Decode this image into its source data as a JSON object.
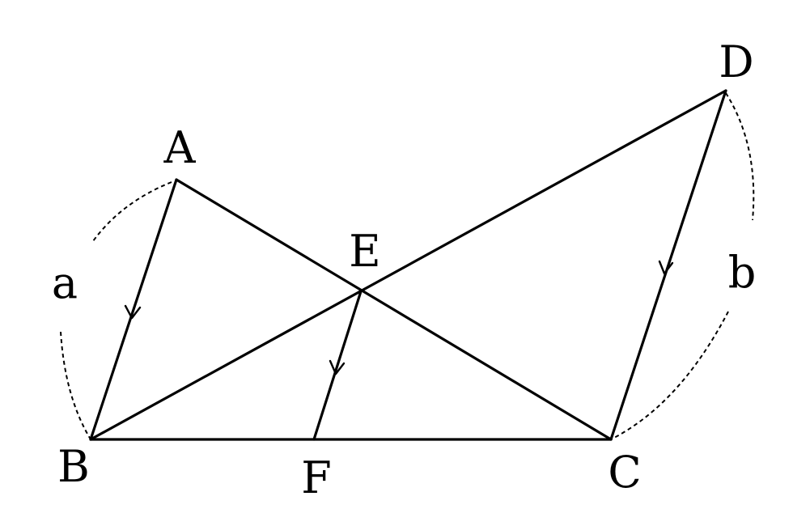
{
  "figure": {
    "points": {
      "A": "A",
      "B": "B",
      "C": "C",
      "D": "D",
      "E": "E",
      "F": "F"
    },
    "arcs": {
      "a": "a",
      "b": "b"
    },
    "segments": [
      "AB",
      "AC",
      "BD",
      "BC",
      "CD",
      "EF"
    ],
    "parallel_marks": [
      "AB",
      "EF",
      "DC"
    ]
  }
}
